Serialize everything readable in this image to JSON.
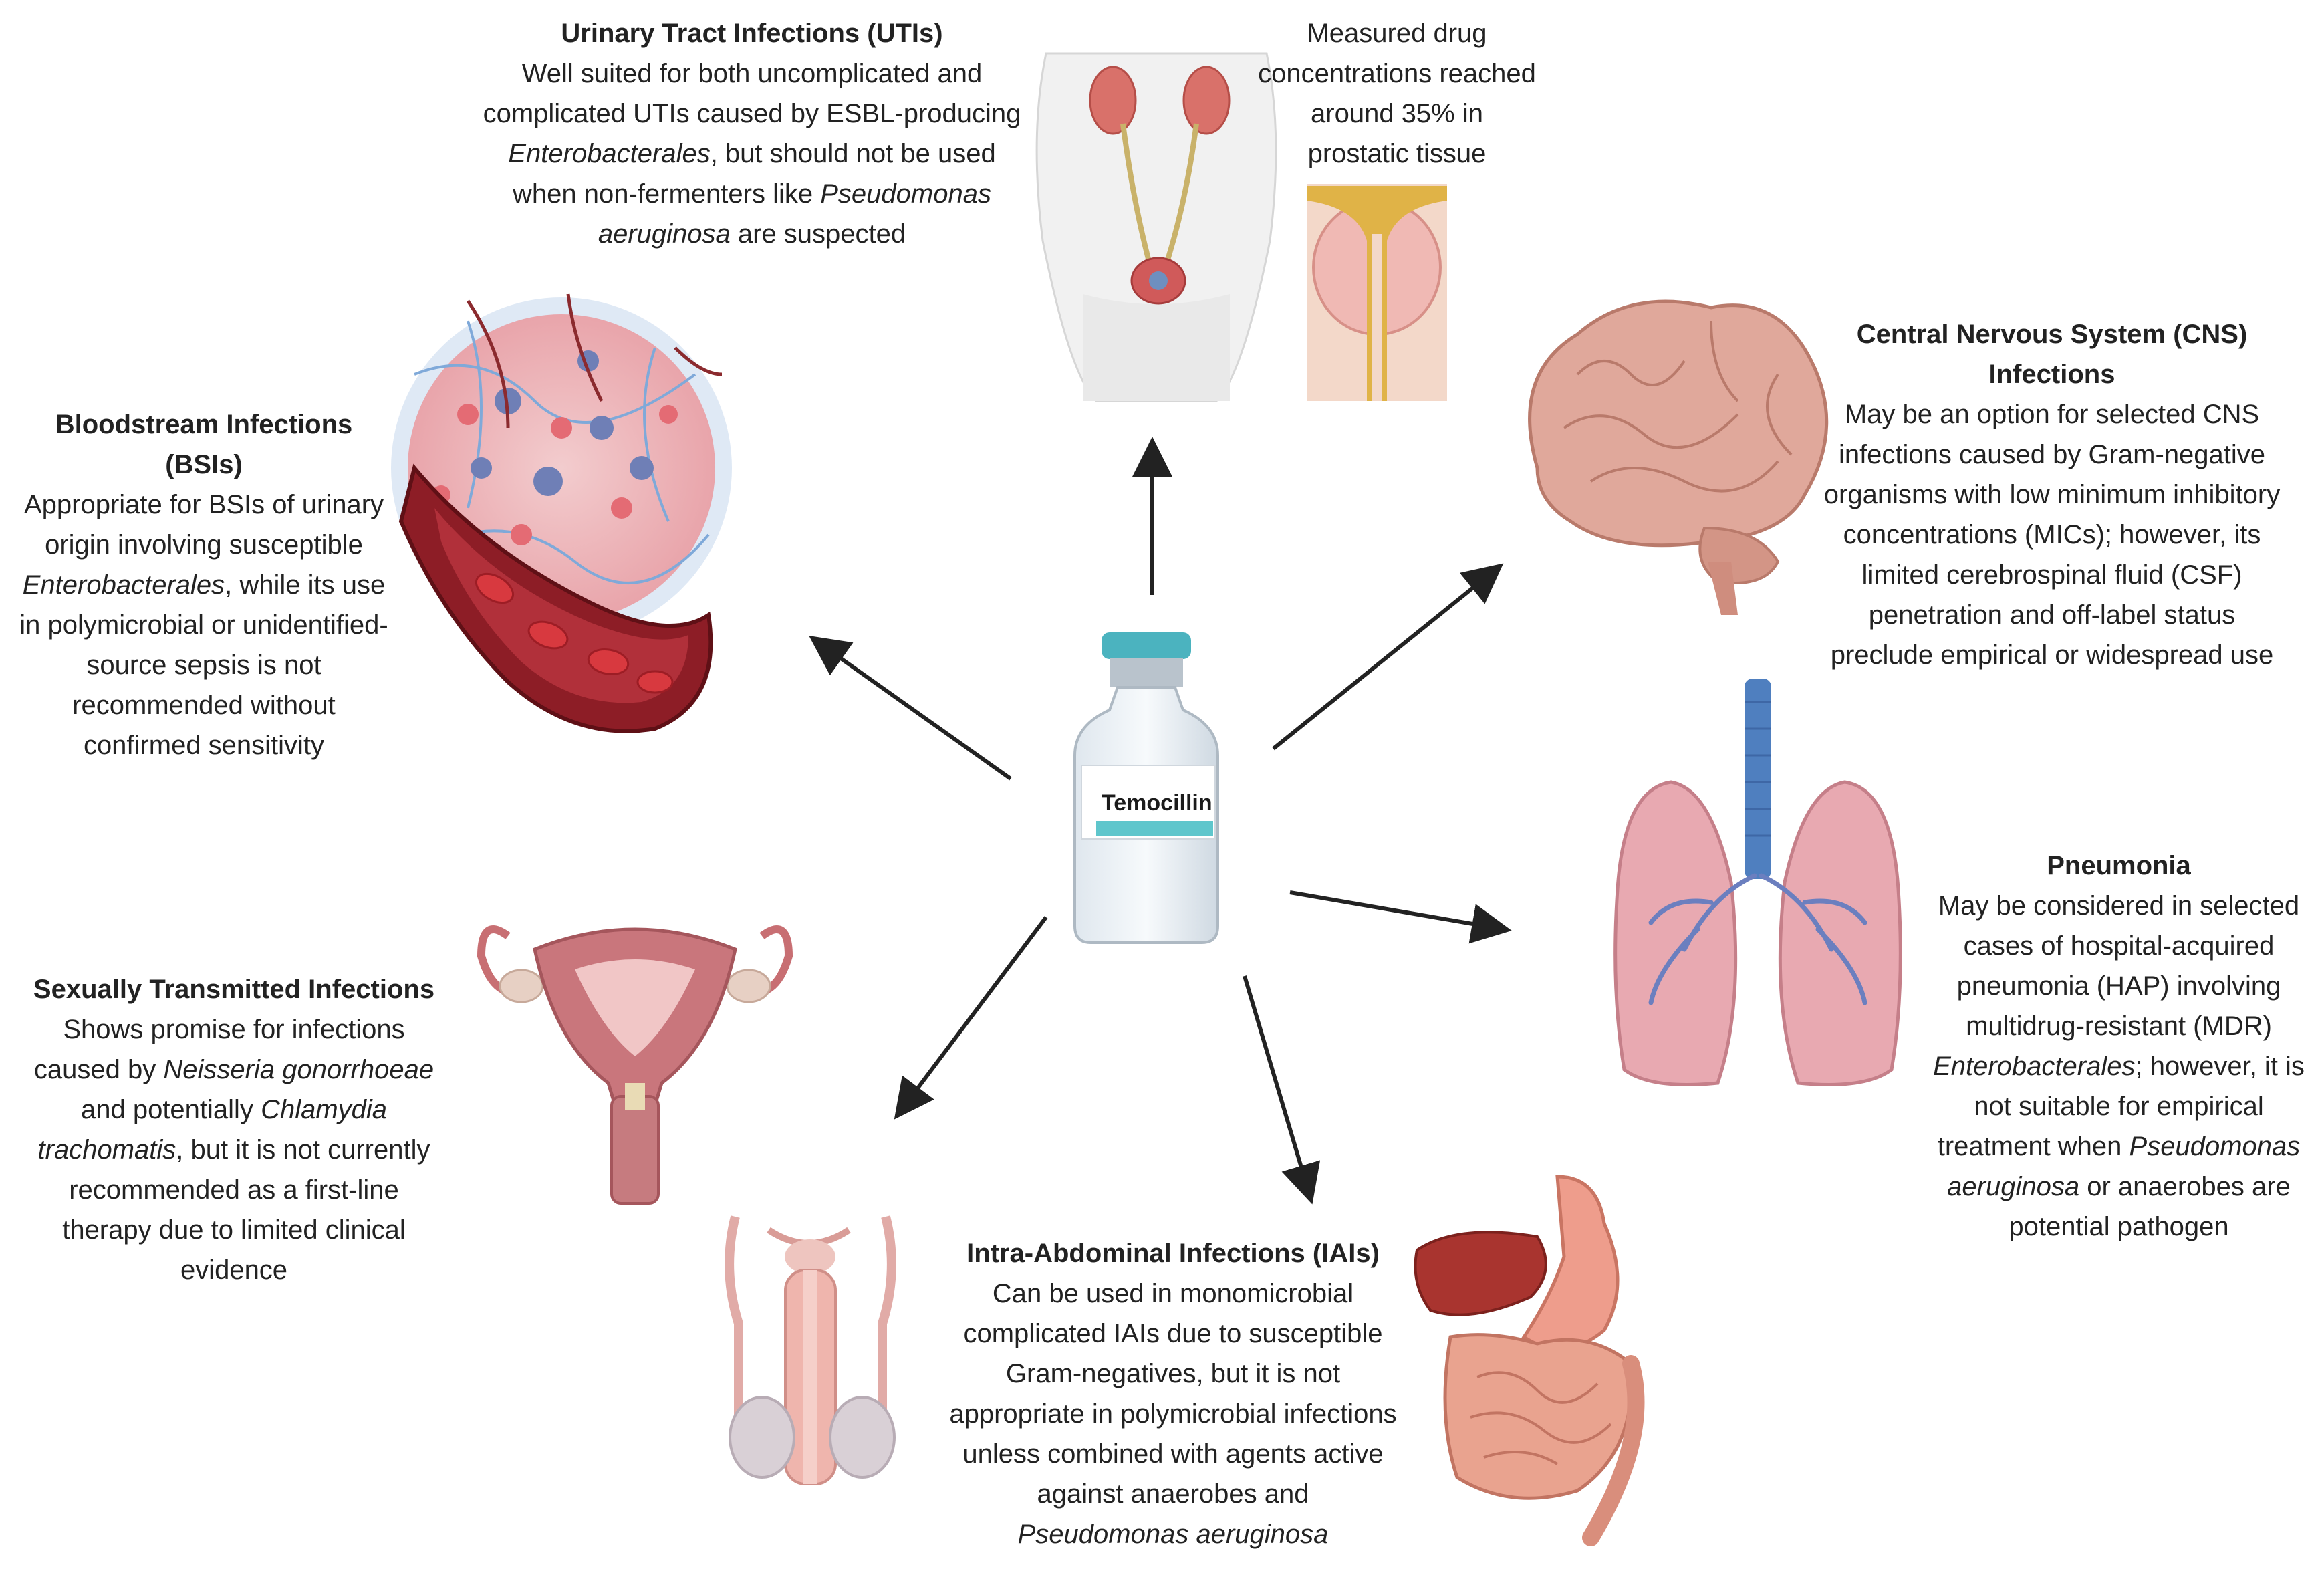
{
  "center": {
    "drug_label": "Temocillin"
  },
  "prostate": {
    "note": "Measured drug concentrations reached around 35% in prostatic tissue"
  },
  "uti": {
    "title": "Urinary Tract Infections (UTIs)",
    "b1": "Well suited for both uncomplicated and complicated UTIs caused by ESBL-producing ",
    "i1": "Enterobacterales",
    "b2": ", but should not be used when non-fermenters like ",
    "i2": "Pseudomonas aeruginosa",
    "b3": " are suspected"
  },
  "bsi": {
    "title": "Bloodstream Infections (BSIs)",
    "b1": "Appropriate for BSIs of urinary origin involving susceptible ",
    "i1": "Enterobacterales",
    "b2": ", while its use in polymicrobial or unidentified-source sepsis is not recommended without confirmed sensitivity"
  },
  "cns": {
    "title": "Central Nervous System (CNS) Infections",
    "b1": "May be an option for selected CNS infections caused by Gram-negative organisms with low minimum inhibitory concentrations (MICs); however, its limited cerebrospinal fluid (CSF) penetration and off-label status preclude empirical or widespread use"
  },
  "pneumonia": {
    "title": "Pneumonia",
    "b1": "May be considered in selected cases of hospital-acquired pneumonia (HAP) involving multidrug-resistant (MDR) ",
    "i1": "Enterobacterales",
    "b2": "; however, it is not suitable for empirical treatment when ",
    "i2": "Pseudomonas aeruginosa",
    "b3": " or anaerobes are potential pathogen"
  },
  "sti": {
    "title": "Sexually Transmitted Infections",
    "b1": "Shows promise for infections caused by ",
    "i1": "Neisseria gonorrhoeae",
    "b2": " and potentially ",
    "i2": "Chlamydia trachomatis",
    "b3": ", but it is not currently recommended as a first-line therapy due to limited clinical evidence"
  },
  "iai": {
    "title": "Intra-Abdominal Infections (IAIs)",
    "b1": "Can be used in monomicrobial complicated IAIs due to susceptible Gram-negatives, but it is not appropriate in polymicrobial infections unless combined with agents active against anaerobes and ",
    "i1": "Pseudomonas aeruginosa"
  },
  "colors": {
    "arrow": "#222222",
    "tissue_pink": "#e6a0a6",
    "organ_red": "#c0494f",
    "lung_pink": "#e8a9b1",
    "trachea_blue": "#4f7fbf",
    "vial_cap": "#4bb3bf",
    "vial_band": "#5fc6cc"
  },
  "icons": [
    "kidney-bladder-icon",
    "prostate-icon",
    "blood-vessel-icon",
    "brain-icon",
    "lungs-icon",
    "uterus-icon",
    "male-reproductive-icon",
    "digestive-organs-icon",
    "vial-icon"
  ]
}
